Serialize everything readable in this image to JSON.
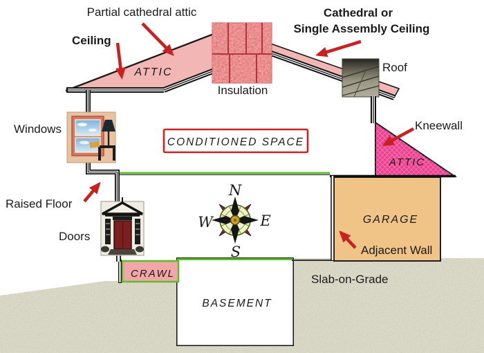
{
  "labels": {
    "partial_cathedral_attic": "Partial cathedral attic",
    "ceiling": "Ceiling",
    "cathedral_line1": "Cathedral or",
    "cathedral_line2": "Single Assembly Ceiling",
    "roof": "Roof",
    "insulation": "Insulation",
    "windows": "Windows",
    "kneewall": "Kneewall",
    "raised_floor": "Raised Floor",
    "doors": "Doors",
    "adjacent_wall": "Adjacent Wall",
    "slab_on_grade": "Slab-on-Grade"
  },
  "rooms": {
    "attic_left": "ATTIC",
    "attic_right": "ATTIC",
    "conditioned_space": "CONDITIONED SPACE",
    "garage": "GARAGE",
    "crawl": "CRAWL",
    "basement": "BASEMENT"
  },
  "compass": {
    "north": "N",
    "east": "E",
    "south": "S",
    "west": "W"
  },
  "colors": {
    "arrow_red": "#c92121",
    "roof_pink": "#f2b7b4",
    "kneewall_pink": "#ed3e8f",
    "garage_tan": "#f0c387",
    "crawl_pink": "#f2a7a7",
    "ground_beige": "#dfddcb",
    "floor_green": "#5abc2e",
    "conditioned_border": "#cc2222",
    "insulation_red": "#e06565",
    "compass_red": "#8c1f1f"
  }
}
